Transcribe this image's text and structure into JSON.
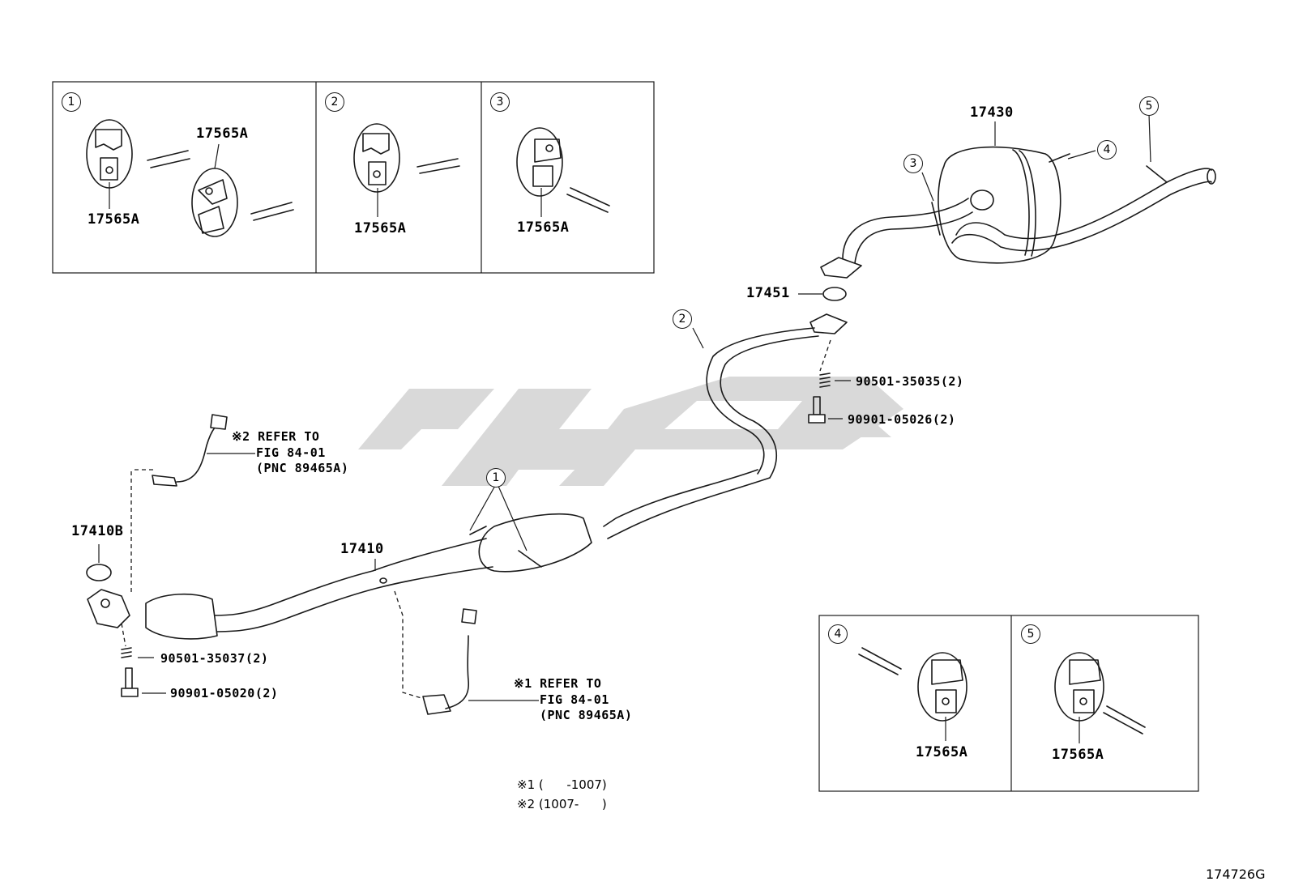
{
  "diagram_id": "174726G",
  "inset_panels": [
    {
      "callout": "1",
      "part": "17565A",
      "part_second": "17565A"
    },
    {
      "callout": "2",
      "part": "17565A"
    },
    {
      "callout": "3",
      "part": "17565A"
    },
    {
      "callout": "4",
      "part": "17565A"
    },
    {
      "callout": "5",
      "part": "17565A"
    }
  ],
  "parts": {
    "tail_pipe": "17430",
    "gasket": "17451",
    "spring_rear": "90501-35035(2)",
    "bolt_rear": "90901-05026(2)",
    "front_pipe": "17410",
    "front_gasket": "17410B",
    "spring_front": "90501-35037(2)",
    "bolt_front": "90901-05020(2)"
  },
  "callouts": {
    "c1": "1",
    "c2": "2",
    "c3": "3",
    "c4": "4",
    "c5": "5"
  },
  "sensor_refs": {
    "upper": {
      "line1": "※2 REFER TO",
      "line2": "FIG 84-01",
      "line3": "(PNC 89465A)"
    },
    "lower": {
      "line1": "※1 REFER TO",
      "line2": "FIG 84-01",
      "line3": "(PNC 89465A)"
    }
  },
  "footnotes": {
    "f1": "※1 (      -1007)",
    "f2": "※2 (1007-      )"
  },
  "colors": {
    "line": "#1a1a1a",
    "watermark": "#d9d9d9",
    "background": "#ffffff"
  }
}
